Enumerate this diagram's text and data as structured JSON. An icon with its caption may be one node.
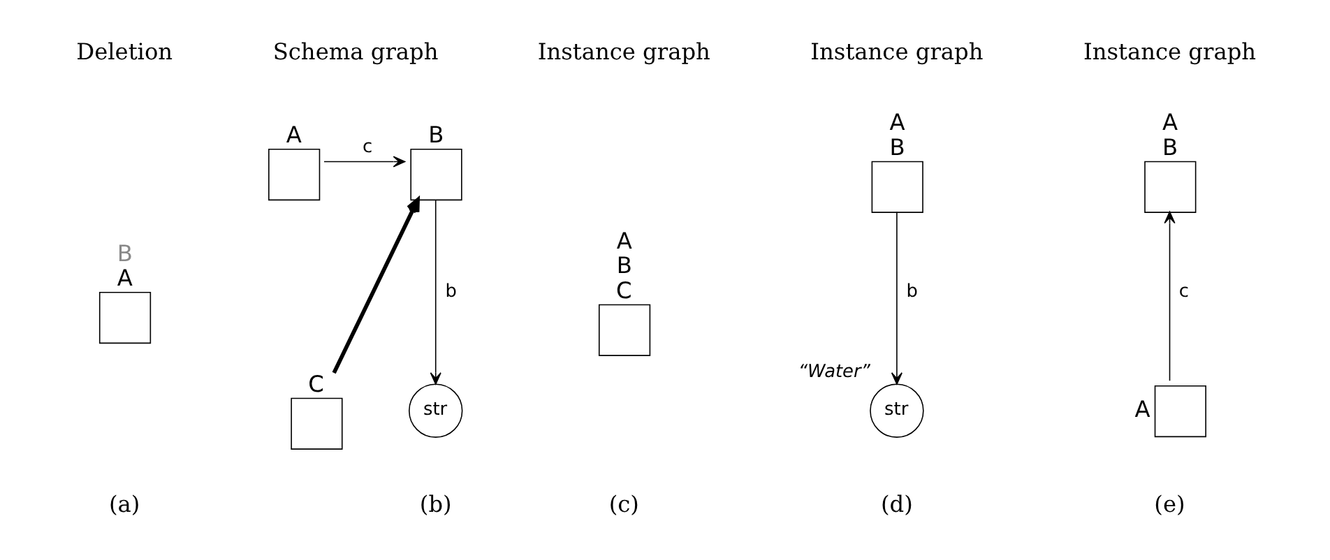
{
  "diagram": {
    "nodes": [
      {
        "text": [
          "B",
          "A"
        ]
      },
      {
        "text": [
          "A"
        ]
      },
      {
        "text": [
          "B"
        ]
      },
      {
        "text": [
          "C"
        ]
      },
      {
        "text": [
          "str"
        ]
      },
      {
        "text": [
          "A",
          "B",
          "C"
        ]
      },
      {
        "text": [
          "A",
          "B"
        ]
      },
      {
        "text": [
          "str"
        ],
        "beside": [
          "“Water”"
        ]
      },
      {
        "text": [
          "A",
          "B"
        ]
      },
      {
        "text": [
          "A"
        ]
      }
    ],
    "edges": [
      {
        "from": 1,
        "to": 2,
        "arrow": "to",
        "label": "c"
      },
      {
        "from": 3,
        "to": 2,
        "arrow": "to",
        "style": "thick"
      },
      {
        "from": 2,
        "to": 4,
        "arrow": "to",
        "label": "b"
      },
      {
        "from": 6,
        "to": 7,
        "arrow": "to",
        "label": "b"
      },
      {
        "from": 9,
        "to": 8,
        "arrow": "to",
        "label": "c"
      }
    ],
    "labels": [
      "Deletion",
      "Schema graph",
      "Instance graph",
      "Instance graph",
      "Instance graph",
      "(a)",
      "(b)",
      "(c)",
      "(d)",
      "(e)"
    ]
  }
}
